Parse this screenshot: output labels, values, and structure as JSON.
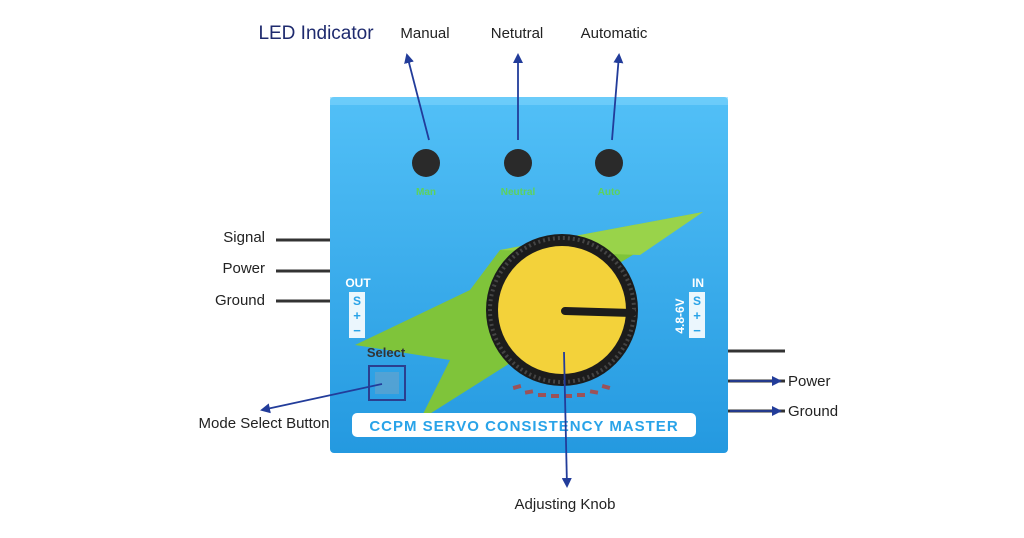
{
  "title": "LED Indicator",
  "led_labels": {
    "manual": "Manual",
    "neutral": "Netutral",
    "automatic": "Automatic"
  },
  "led_small_labels": {
    "manual": "Man",
    "neutral": "Neutral",
    "automatic": "Auto"
  },
  "out_block": {
    "title": "OUT",
    "pins": [
      "S",
      "+",
      "−"
    ]
  },
  "in_block": {
    "title": "IN",
    "voltage": "4.8-6V",
    "pins": [
      "S",
      "+",
      "−"
    ]
  },
  "left_pins": {
    "signal": "Signal",
    "power": "Power",
    "ground": "Ground"
  },
  "right_pins": {
    "power": "Power",
    "ground": "Ground"
  },
  "select_label": "Select",
  "mode_select_label": "Mode Select Button",
  "brand_label": "CCPM SERVO CONSISTENCY MASTER",
  "knob_label": "Adjusting Knob",
  "colors": {
    "board": "#29a3e8",
    "board_light": "#4dbcf5",
    "flash": "#7fc43a",
    "knob": "#f3d23a",
    "knob_ring": "#1c1c1c",
    "arrow": "#223c9a",
    "led": "#2a2a2a",
    "led_text": "#5dd25d"
  }
}
